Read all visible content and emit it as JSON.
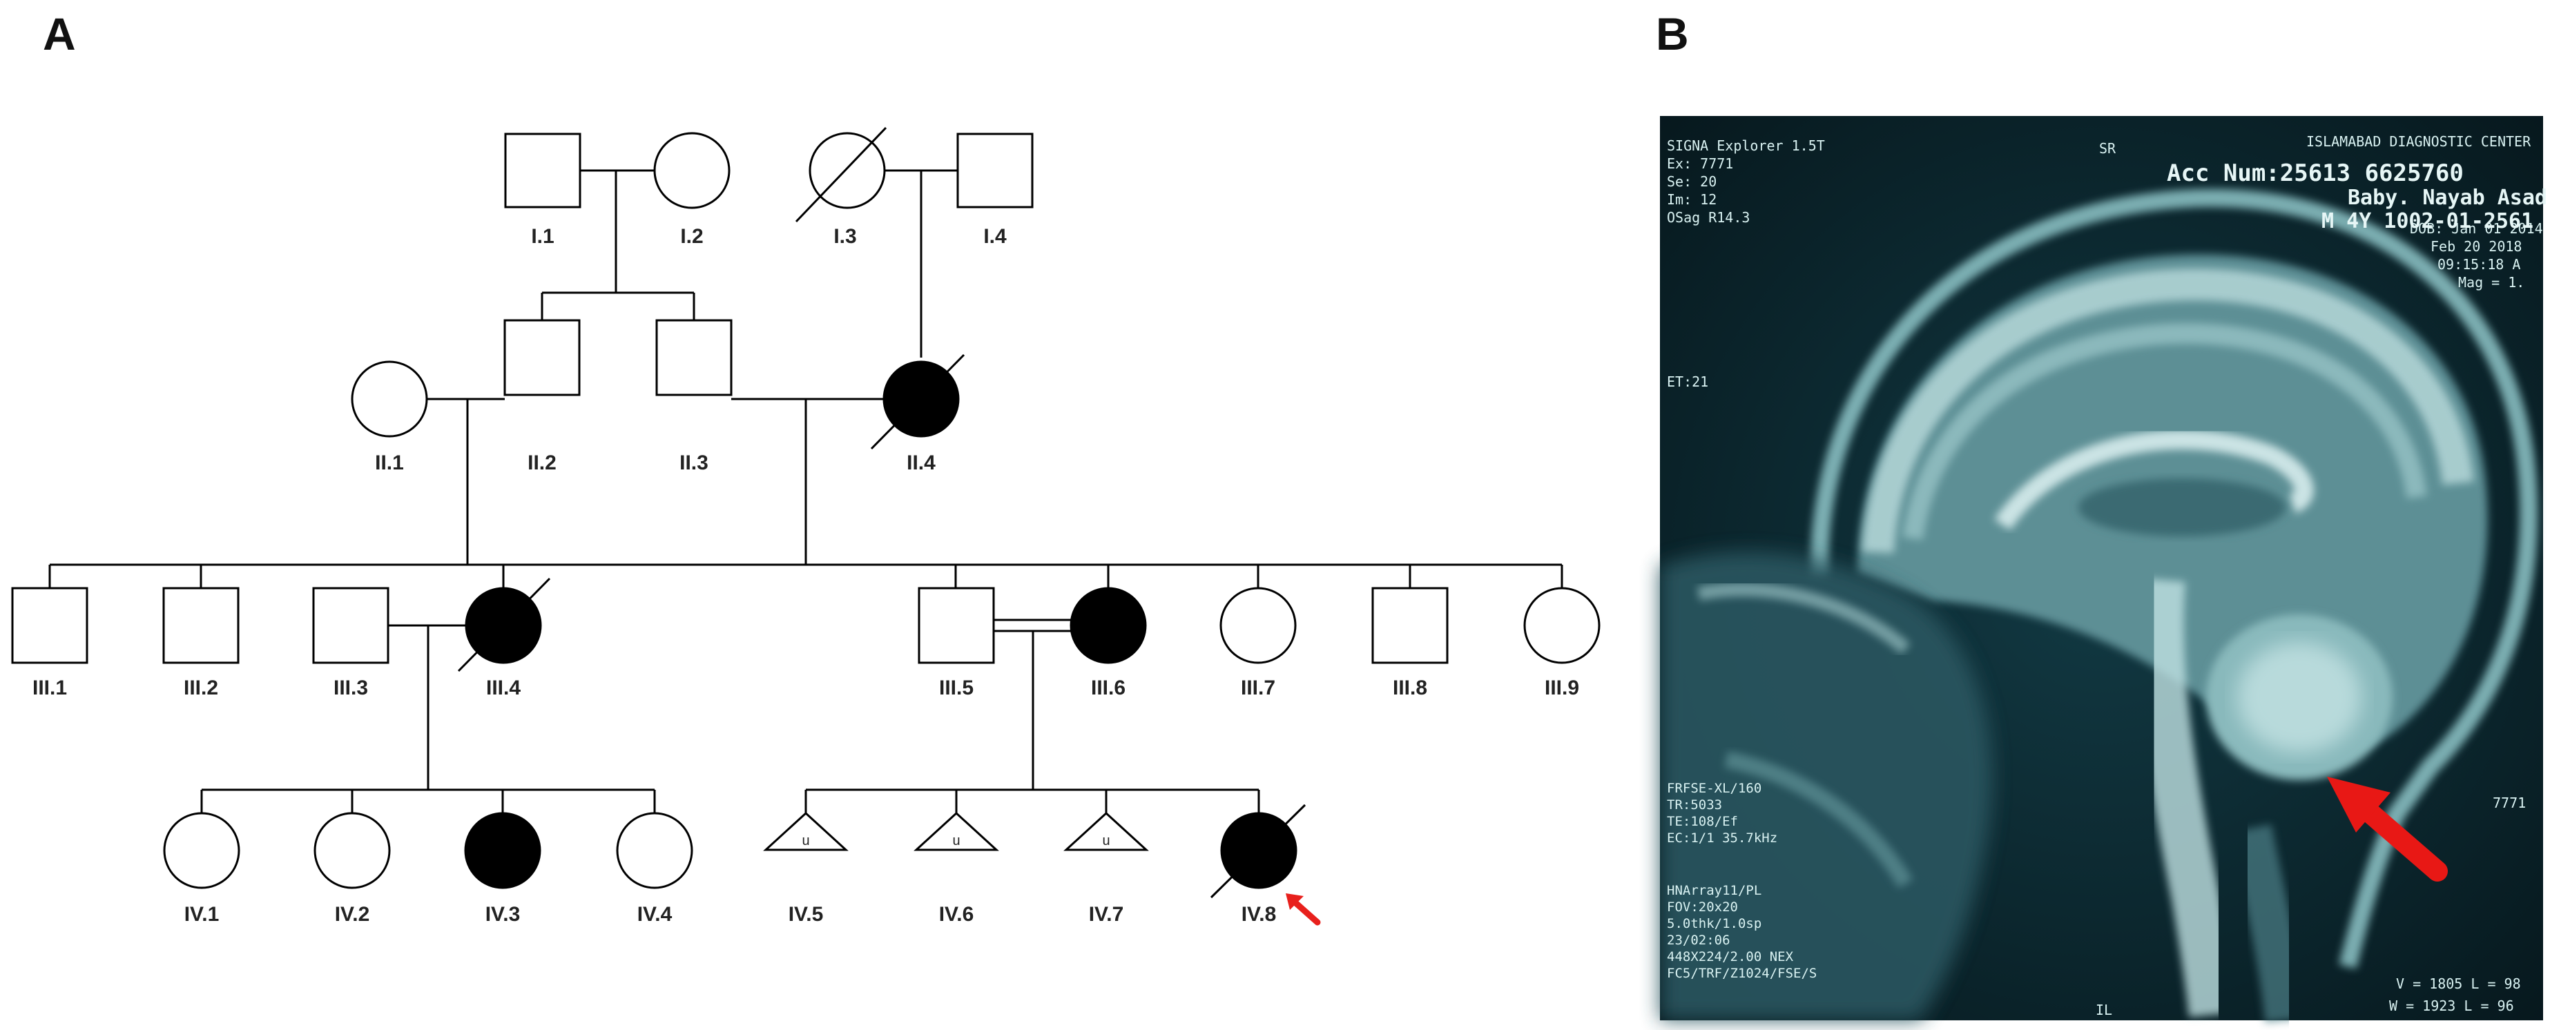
{
  "panels": {
    "a_letter": "A",
    "b_letter": "B"
  },
  "pedigree": {
    "labels": {
      "I1": "I.1",
      "I2": "I.2",
      "I3": "I.3",
      "I4": "I.4",
      "II1": "II.1",
      "II2": "II.2",
      "II3": "II.3",
      "II4": "II.4",
      "III1": "III.1",
      "III2": "III.2",
      "III3": "III.3",
      "III4": "III.4",
      "III5": "III.5",
      "III6": "III.6",
      "III7": "III.7",
      "III8": "III.8",
      "III9": "III.9",
      "IV1": "IV.1",
      "IV2": "IV.2",
      "IV3": "IV.3",
      "IV4": "IV.4",
      "IV5": "IV.5",
      "IV6": "IV.6",
      "IV7": "IV.7",
      "IV8": "IV.8"
    },
    "unknown_sex_mark": "u",
    "colors": {
      "affected": "#000000",
      "unaffected": "#ffffff",
      "line": "#000000",
      "proband_arrow": "#e8201c"
    }
  },
  "mri": {
    "top_left": [
      "SIGNA Explorer 1.5T",
      "Ex: 7771",
      "Se: 20",
      "Im: 12",
      "OSag R14.3"
    ],
    "et": "ET:21",
    "top_mid": "SR",
    "center_name": "ISLAMABAD DIAGNOSTIC CENTER",
    "acc": "Acc Num:25613 6625760",
    "patient": "Baby. Nayab Asad",
    "patient_id": "M 4Y 1002-01-2561",
    "dob": "DOB: Jan 01 2014",
    "date": "Feb 20 2018",
    "time": "09:15:18 A",
    "mag": "Mag = 1.",
    "bottom_left": [
      "FRFSE-XL/160",
      "TR:5033",
      "TE:108/Ef",
      "EC:1/1 35.7kHz",
      "",
      "HNArray11/PL",
      "FOV:20x20",
      "5.0thk/1.0sp",
      "23/02:06",
      "448X224/2.00 NEX",
      "FC5/TRF/Z1024/FSE/S"
    ],
    "right_mid": "7771",
    "bottom_mid": "IL",
    "window": "W = 1923 L = 96",
    "level": "V = 1805 L = 98",
    "colors": {
      "arrow": "#e81815",
      "background": "#0a1f25"
    }
  }
}
